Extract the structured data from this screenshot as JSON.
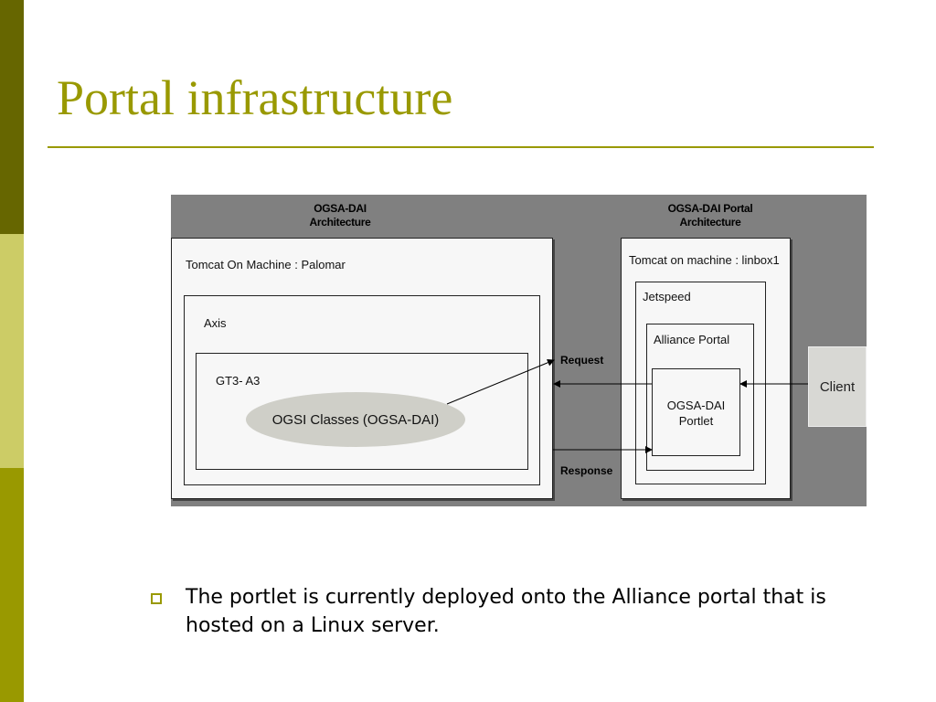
{
  "slide": {
    "title": "Portal infrastructure",
    "bullet": "The portlet is currently deployed onto the Alliance portal that is hosted on a Linux server.",
    "colors": {
      "accent": "#999900",
      "bar_dark": "#666600",
      "bar_light": "#cccc66",
      "diagram_bg": "#808080"
    }
  },
  "diagram": {
    "left_header": [
      "OGSA-DAI",
      "Architecture"
    ],
    "right_header": [
      "OGSA-DAI Portal",
      "Architecture"
    ],
    "tomcat_palomar": "Tomcat On Machine : Palomar",
    "axis": "Axis",
    "gt3": "GT3- A3",
    "ogsi": "OGSI Classes (OGSA-DAI)",
    "tomcat_linbox": "Tomcat on machine : linbox1",
    "jetspeed": "Jetspeed",
    "alliance_portal": "Alliance Portal",
    "portlet_line1": "OGSA-DAI",
    "portlet_line2": "Portlet",
    "client": "Client",
    "request": "Request",
    "response": "Response"
  }
}
